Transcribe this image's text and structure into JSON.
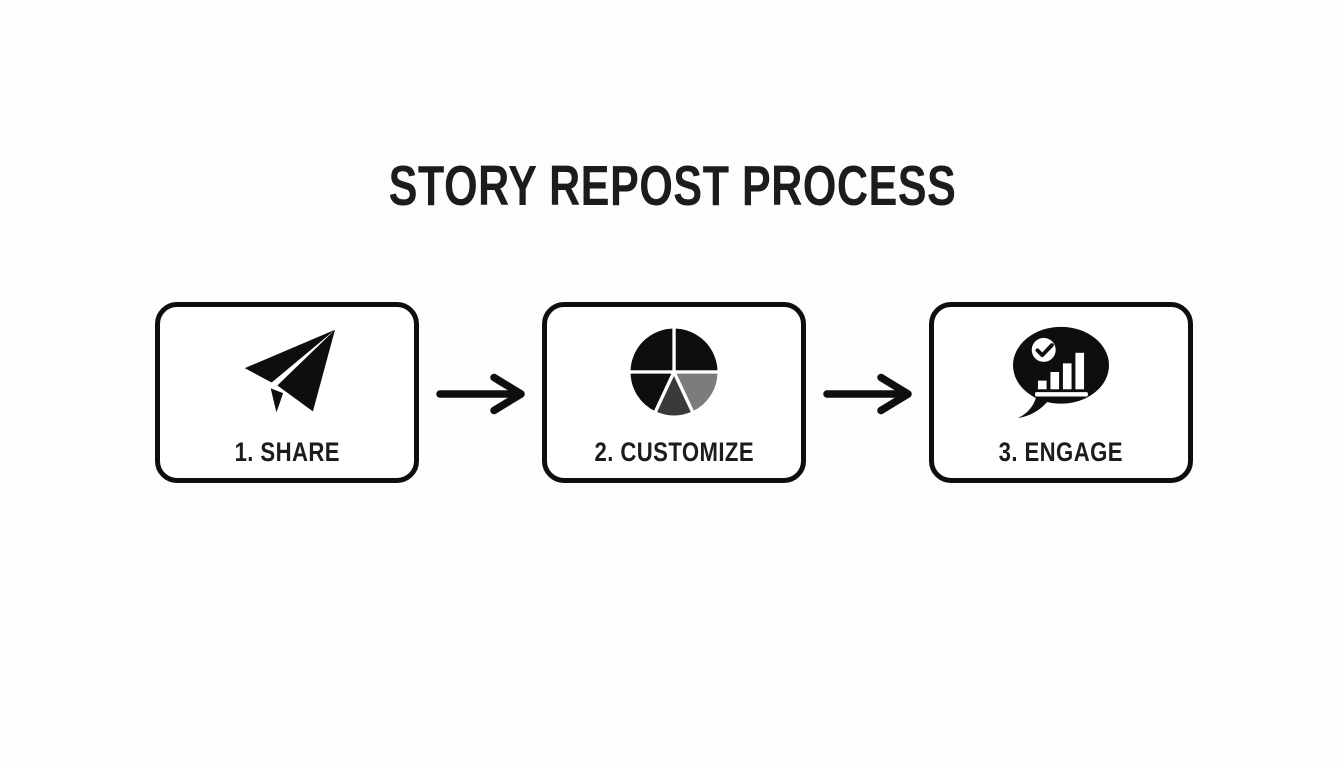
{
  "title": "STORY REPOST PROCESS",
  "flow": {
    "steps": [
      {
        "label": "1. SHARE",
        "icon": "paper-plane-icon"
      },
      {
        "label": "2. CUSTOMIZE",
        "icon": "pie-chart-icon"
      },
      {
        "label": "3. ENGAGE",
        "icon": "speech-bubble-analytics-icon"
      }
    ],
    "connector_icon": "arrow-right-icon"
  },
  "colors": {
    "background": "#fdfdfe",
    "ink": "#0e0e10",
    "title_ink": "#1c1c1f",
    "pie_dark_gray": "#3a3a3c",
    "pie_mid_gray": "#7c7c7f",
    "icon_white": "#ffffff"
  }
}
